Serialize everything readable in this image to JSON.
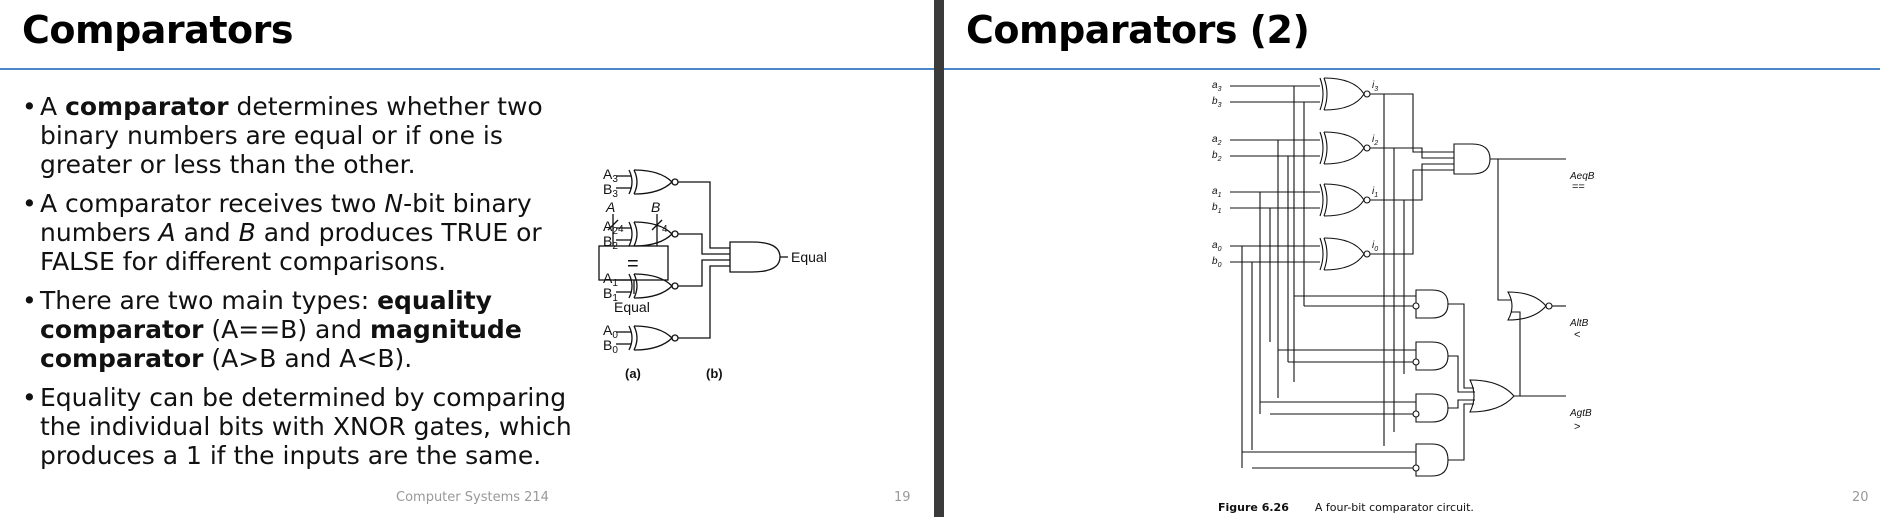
{
  "left": {
    "title": "Comparators",
    "bullets": [
      [
        "A ",
        "comparator",
        " determines whether two binary numbers are equal or if one is greater or less than the other."
      ],
      [
        "A comparator receives two ",
        "N",
        "-bit binary numbers ",
        "A",
        " and ",
        "B",
        " and produces TRUE or FALSE for different comparisons."
      ],
      [
        "There are two main types: ",
        "equality comparator",
        " (A==B) and ",
        "magnitude comparator",
        " (A>B and A<B)."
      ],
      [
        "Equality can be determined by comparing the individual bits with XNOR gates, which produces a 1 if the inputs are the same."
      ]
    ],
    "footer_center": "Computer Systems 214",
    "page_number": "19",
    "diagram_a": {
      "in_a": "A",
      "in_b": "B",
      "bus_width": "4",
      "block_symbol": "=",
      "output": "Equal",
      "label": "(a)"
    },
    "diagram_b": {
      "inputs": [
        [
          "A",
          "3",
          "B",
          "3"
        ],
        [
          "A",
          "2",
          "B",
          "2"
        ],
        [
          "A",
          "1",
          "B",
          "1"
        ],
        [
          "A",
          "0",
          "B",
          "0"
        ]
      ],
      "output": "Equal",
      "label": "(b)"
    }
  },
  "right": {
    "title": "Comparators (2)",
    "page_number": "20",
    "figure_label": "Figure 6.26",
    "figure_caption": "A four-bit comparator circuit.",
    "inputs": [
      [
        "a",
        "3"
      ],
      [
        "b",
        "3"
      ],
      [
        "a",
        "2"
      ],
      [
        "b",
        "2"
      ],
      [
        "a",
        "1"
      ],
      [
        "b",
        "1"
      ],
      [
        "a",
        "0"
      ],
      [
        "b",
        "0"
      ]
    ],
    "intermediates": [
      [
        "i",
        "3"
      ],
      [
        "i",
        "2"
      ],
      [
        "i",
        "1"
      ],
      [
        "i",
        "0"
      ]
    ],
    "outputs": [
      {
        "name": "AeqB",
        "symbol": "=="
      },
      {
        "name": "AltB",
        "symbol": "<"
      },
      {
        "name": "AgtB",
        "symbol": ">"
      }
    ]
  },
  "colors": {
    "title_rule": "#4a86c8",
    "gutter": "#3a3a3a",
    "footer_text": "#999999"
  }
}
